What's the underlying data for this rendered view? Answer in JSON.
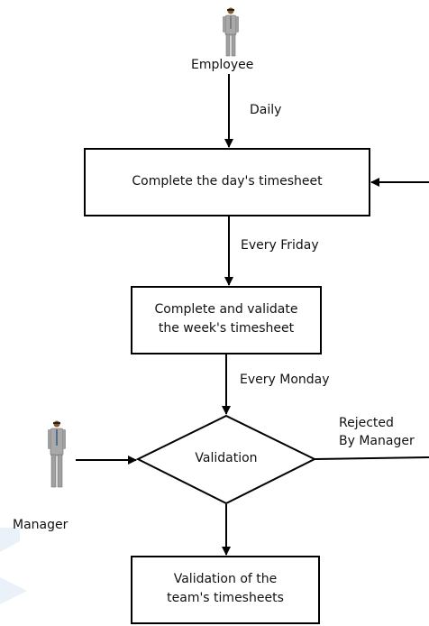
{
  "actors": {
    "employee": "Employee",
    "manager": "Manager"
  },
  "edges": {
    "daily": "Daily",
    "every_friday": "Every Friday",
    "every_monday": "Every Monday",
    "rejected_line1": "Rejected",
    "rejected_line2": "By Manager"
  },
  "nodes": {
    "day_timesheet": "Complete the day's timesheet",
    "week_timesheet_line1": "Complete and validate",
    "week_timesheet_line2": "the week's timesheet",
    "validation": "Validation",
    "team_timesheets_line1": "Validation of the",
    "team_timesheets_line2": "team's timesheets"
  },
  "colors": {
    "stroke": "#000000",
    "person_body": "#a9a9a9",
    "person_head": "#8b5a2b",
    "watermark": "#dbe6f2"
  }
}
